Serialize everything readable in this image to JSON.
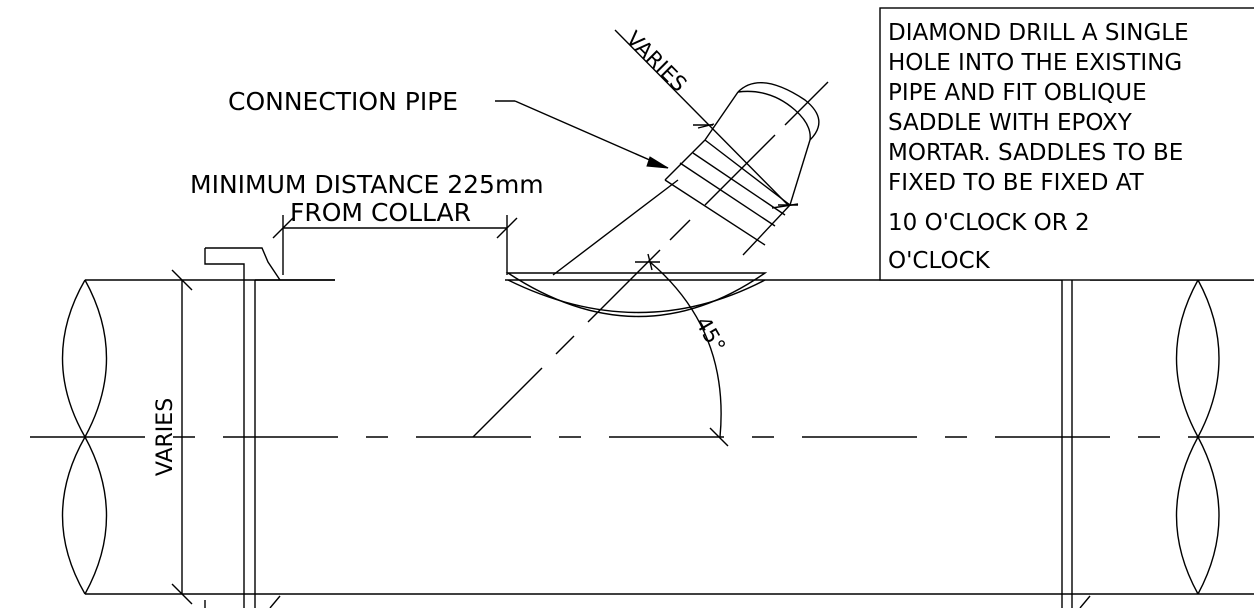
{
  "labels": {
    "varies_top": "VARIES",
    "connection_pipe": "CONNECTION PIPE",
    "min_distance_line1": "MINIMUM DISTANCE 225mm",
    "min_distance_line2": "FROM COLLAR",
    "varies_left": "VARIES",
    "angle": "45°"
  },
  "note": {
    "lines": [
      "DIAMOND DRILL A SINGLE",
      "HOLE INTO THE EXISTING",
      "PIPE AND FIT OBLIQUE",
      "SADDLE WITH EPOXY",
      "MORTAR. SADDLES TO BE",
      "FIXED TO BE FIXED AT",
      "10 O'CLOCK OR 2",
      "O'CLOCK"
    ]
  }
}
